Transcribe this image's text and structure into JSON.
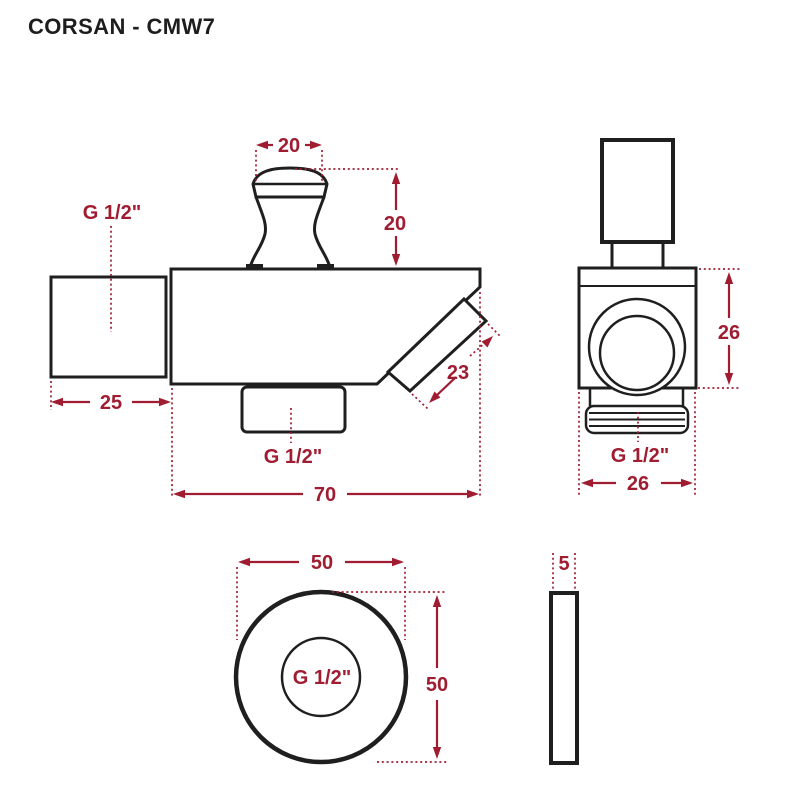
{
  "title": "CORSAN - CMW7",
  "colors": {
    "line": "#1f1f1f",
    "dimension": "#9f1c31",
    "background": "#ffffff"
  },
  "side_view": {
    "dim_knob_width": "20",
    "dim_knob_height": "20",
    "label_inlet_thread": "G 1/2\"",
    "dim_inlet_length": "25",
    "dim_outlet_diameter": "23",
    "label_outlet_thread": "G 1/2\"",
    "dim_body_length": "70"
  },
  "end_view": {
    "dim_height": "26",
    "label_thread": "G 1/2\"",
    "dim_width": "26"
  },
  "flange_front": {
    "dim_diameter_h": "50",
    "dim_diameter_v": "50",
    "label_thread": "G 1/2\""
  },
  "flange_side": {
    "dim_thickness": "5"
  }
}
